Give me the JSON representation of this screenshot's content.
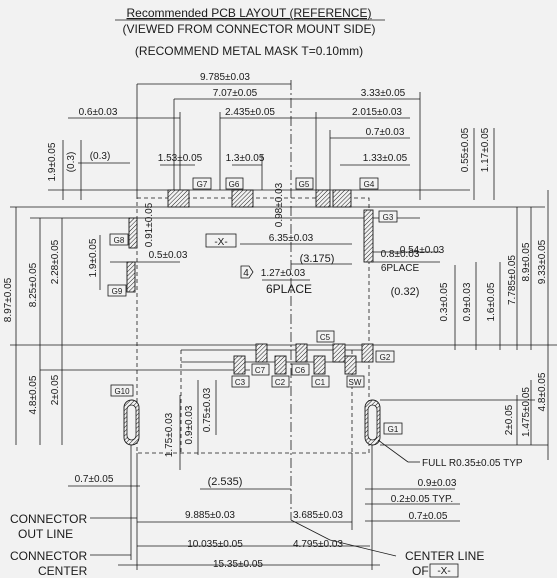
{
  "header": {
    "title": "Recommended PCB LAYOUT (REFERENCE)",
    "subtitle": "(VIEWED FROM CONNECTOR MOUNT SIDE)",
    "mask_note": "(RECOMMEND METAL MASK T=0.10mm)"
  },
  "colors": {
    "line": "#1a1a1a",
    "background": "#f2f2f2"
  },
  "dims": {
    "d9785": "9.785±0.03",
    "d707": "7.07±0.05",
    "d333": "3.33±0.05",
    "d06": "0.6±0.03",
    "d2435": "2.435±0.05",
    "d2015": "2.015±0.03",
    "d07a": "0.7±0.03",
    "d03": "(0.3)",
    "d03v": "(0.3)",
    "d153": "1.53±0.05",
    "d13": "1.3±0.05",
    "d133": "1.33±0.05",
    "d19": "1.9±0.05",
    "d098": "0.98±0.03",
    "d055": "0.55±0.05",
    "d117": "1.17±0.05",
    "d897": "8.97±0.05",
    "d825": "8.25±0.05",
    "d228": "2.28±0.05",
    "d19b": "1.9±0.05",
    "d091": "0.91±0.05",
    "d635": "6.35±0.03",
    "d3175": "(3.175)",
    "d054": "0.54±0.03",
    "d05": "0.5±0.03",
    "d08": "0.8±0.03",
    "place6": "6PLACE",
    "d127": "1.27±0.03",
    "place6b": "6PLACE",
    "d032": "(0.32)",
    "d03c": "0.3±0.05",
    "d09a": "0.9±0.03",
    "d16": "1.6±0.05",
    "d7785": "7.785±0.05",
    "d89": "8.9±0.05",
    "d933": "9.33±0.05",
    "d48a": "4.8±0.05",
    "d2a": "2±0.05",
    "d48b": "4.8±0.05",
    "d175": "1.75±0.03",
    "d09b": "0.9±0.03",
    "d075": "0.75±0.03",
    "d2b": "2±0.05",
    "d1475": "1.475±0.05",
    "full_r": "FULL R0.35±0.05 TYP",
    "d07b": "0.7±0.05",
    "d09c": "0.9±0.03",
    "d2535": "(2.535)",
    "d02": "0.2±0.05 TYP.",
    "d07c": "0.7±0.05",
    "d9885": "9.885±0.03",
    "d3685": "3.685±0.03",
    "d10035": "10.035±0.05",
    "d4795": "4.795±0.03",
    "d1535": "15.35±0.05"
  },
  "labels": {
    "connector_out_line_1": "CONNECTOR",
    "connector_out_line_2": "OUT LINE",
    "connector_center_1": "CONNECTOR",
    "connector_center_2": "CENTER",
    "center_line_1": "CENTER LINE",
    "center_line_2": "OF",
    "datum": "-X-",
    "datum_ref": "-X-",
    "pin_count_marker": "4"
  },
  "pads": {
    "G1": "G1",
    "G2": "G2",
    "G3": "G3",
    "G4": "G4",
    "G5": "G5",
    "G6": "G6",
    "G7": "G7",
    "G8": "G8",
    "G9": "G9",
    "G10": "G10",
    "C1": "C1",
    "C2": "C2",
    "C3": "C3",
    "C5": "C5",
    "C6": "C6",
    "C7": "C7",
    "SW": "SW"
  }
}
